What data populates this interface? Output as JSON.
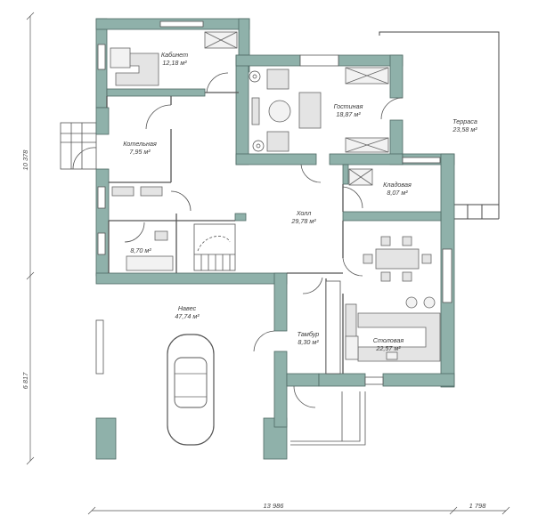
{
  "rooms": [
    {
      "name": "Кабинет",
      "area": "12,18 м²"
    },
    {
      "name": "Гостиная",
      "area": "18,87 м²"
    },
    {
      "name": "Терраса",
      "area": "23,58 м²"
    },
    {
      "name": "Котельная",
      "area": "7,95 м²"
    },
    {
      "name": "Кладовая",
      "area": "8,07 м²"
    },
    {
      "name": "Холл",
      "area": "29,78 м²"
    },
    {
      "name": "",
      "area": "8,70 м²"
    },
    {
      "name": "Навес",
      "area": "47,74 м²"
    },
    {
      "name": "Тамбур",
      "area": "8,30 м²"
    },
    {
      "name": "Столовая",
      "area": "22,57 м²"
    }
  ],
  "dimensions": {
    "left_top": "10 378",
    "left_bottom": "6 817",
    "bottom_main": "13 986",
    "bottom_right": "1 798"
  },
  "colors": {
    "wall": "#8fb1aa",
    "wall_stroke": "#4e6a64",
    "line": "#555555"
  }
}
